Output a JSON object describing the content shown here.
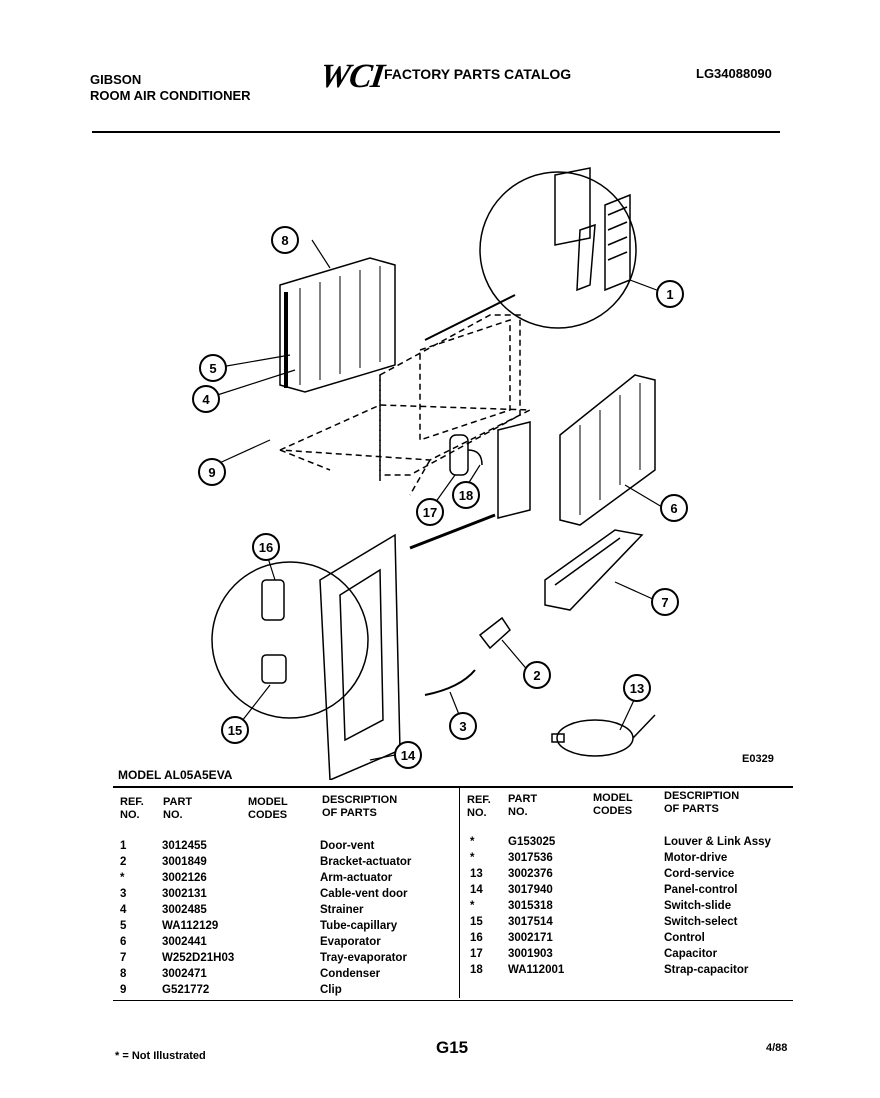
{
  "header": {
    "brand_line1": "GIBSON",
    "brand_line2": "ROOM AIR CONDITIONER",
    "logo_text": "WCI",
    "catalog_title": "FACTORY PARTS CATALOG",
    "catalog_number": "LG34088090"
  },
  "diagram": {
    "figure_id": "E0329",
    "callouts": [
      "8",
      "1",
      "5",
      "4",
      "9",
      "6",
      "17",
      "18",
      "16",
      "7",
      "2",
      "13",
      "3",
      "15",
      "14"
    ]
  },
  "model_label": "MODEL AL05A5EVA",
  "table": {
    "headers": {
      "ref_no": [
        "REF.",
        "NO."
      ],
      "part_no": [
        "PART",
        "NO."
      ],
      "model_codes": [
        "MODEL",
        "CODES"
      ],
      "description": [
        "DESCRIPTION",
        "OF PARTS"
      ]
    },
    "left_rows": [
      {
        "ref": "1",
        "part": "3012455",
        "desc": "Door-vent"
      },
      {
        "ref": "2",
        "part": "3001849",
        "desc": "Bracket-actuator"
      },
      {
        "ref": "*",
        "part": "3002126",
        "desc": "Arm-actuator"
      },
      {
        "ref": "3",
        "part": "3002131",
        "desc": "Cable-vent door"
      },
      {
        "ref": "4",
        "part": "3002485",
        "desc": "Strainer"
      },
      {
        "ref": "5",
        "part": "WA112129",
        "desc": "Tube-capillary"
      },
      {
        "ref": "6",
        "part": "3002441",
        "desc": "Evaporator"
      },
      {
        "ref": "7",
        "part": "W252D21H03",
        "desc": "Tray-evaporator"
      },
      {
        "ref": "8",
        "part": "3002471",
        "desc": "Condenser"
      },
      {
        "ref": "9",
        "part": "G521772",
        "desc": "Clip"
      }
    ],
    "right_rows": [
      {
        "ref": "*",
        "part": "G153025",
        "desc": "Louver & Link Assy"
      },
      {
        "ref": "*",
        "part": "3017536",
        "desc": "Motor-drive"
      },
      {
        "ref": "13",
        "part": "3002376",
        "desc": "Cord-service"
      },
      {
        "ref": "14",
        "part": "3017940",
        "desc": "Panel-control"
      },
      {
        "ref": "*",
        "part": "3015318",
        "desc": "Switch-slide"
      },
      {
        "ref": "15",
        "part": "3017514",
        "desc": "Switch-select"
      },
      {
        "ref": "16",
        "part": "3002171",
        "desc": "Control"
      },
      {
        "ref": "17",
        "part": "3001903",
        "desc": "Capacitor"
      },
      {
        "ref": "18",
        "part": "WA112001",
        "desc": "Strap-capacitor"
      }
    ]
  },
  "footer": {
    "page": "G15",
    "date": "4/88",
    "note": "* = Not Illustrated"
  }
}
